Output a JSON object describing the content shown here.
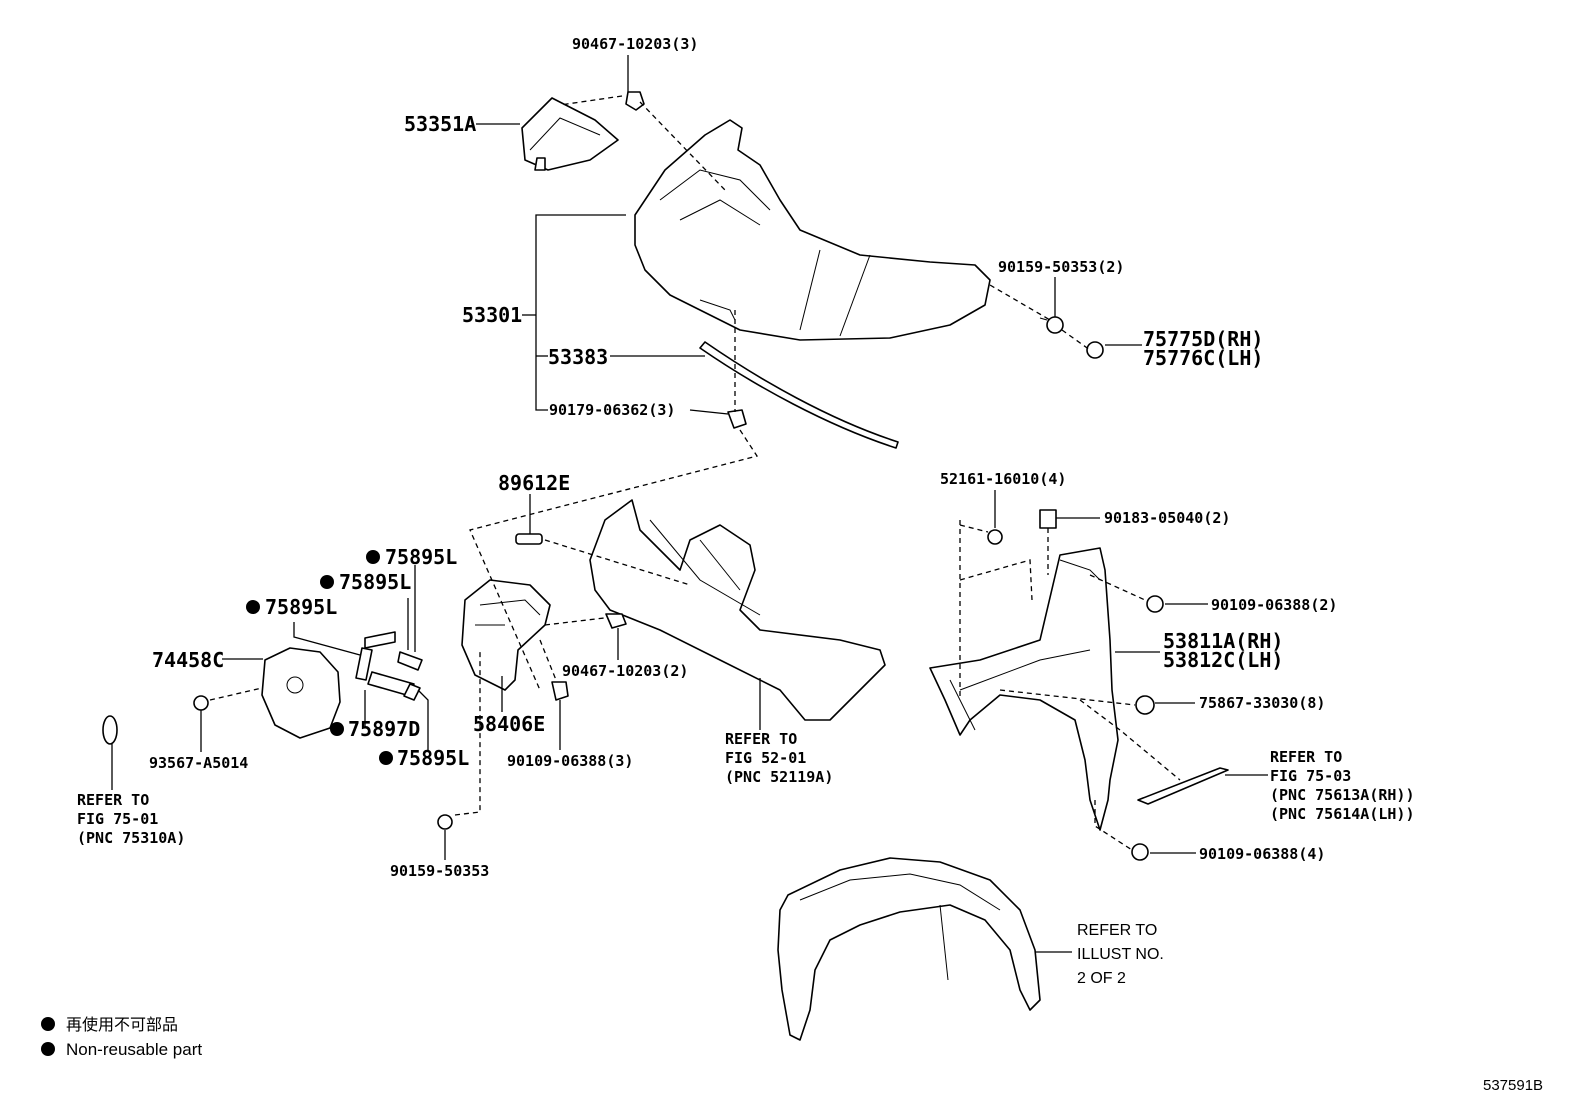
{
  "labels": {
    "l_90467_top": "90467-10203(3)",
    "l_53351A": "53351A",
    "l_53301": "53301",
    "l_53383": "53383",
    "l_90179": "90179-06362(3)",
    "l_90159_top": "90159-50353(2)",
    "l_75775D": "75775D(RH)",
    "l_75776C": "75776C(LH)",
    "l_89612E": "89612E",
    "l_75895L_a": "75895L",
    "l_75895L_b": "75895L",
    "l_75895L_c": "75895L",
    "l_74458C": "74458C",
    "l_75897D": "75897D",
    "l_75895L_d": "75895L",
    "l_93567": "93567-A5014",
    "l_58406E": "58406E",
    "l_90467_mid": "90467-10203(2)",
    "l_90109_mid": "90109-06388(3)",
    "l_90159_bottom": "90159-50353",
    "l_52161": "52161-16010(4)",
    "l_90183": "90183-05040(2)",
    "l_90109_r1": "90109-06388(2)",
    "l_53811A": "53811A(RH)",
    "l_53812C": "53812C(LH)",
    "l_75867": "75867-33030(8)",
    "l_90109_r2": "90109-06388(4)"
  },
  "refs": {
    "r1_line1": "REFER TO",
    "r1_line2": "FIG 75-01",
    "r1_line3": "(PNC 75310A)",
    "r2_line1": "REFER TO",
    "r2_line2": "FIG 52-01",
    "r2_line3": "(PNC 52119A)",
    "r3_line1": "REFER TO",
    "r3_line2": "FIG 75-03",
    "r3_line3": "(PNC 75613A(RH))",
    "r3_line4": "(PNC 75614A(LH))",
    "r4_line1": "REFER TO",
    "r4_line2": "ILLUST NO.",
    "r4_line3": "2 OF 2"
  },
  "legend": {
    "jp": "再使用不可部品",
    "en": "Non-reusable part"
  },
  "figure_id": "537591B"
}
